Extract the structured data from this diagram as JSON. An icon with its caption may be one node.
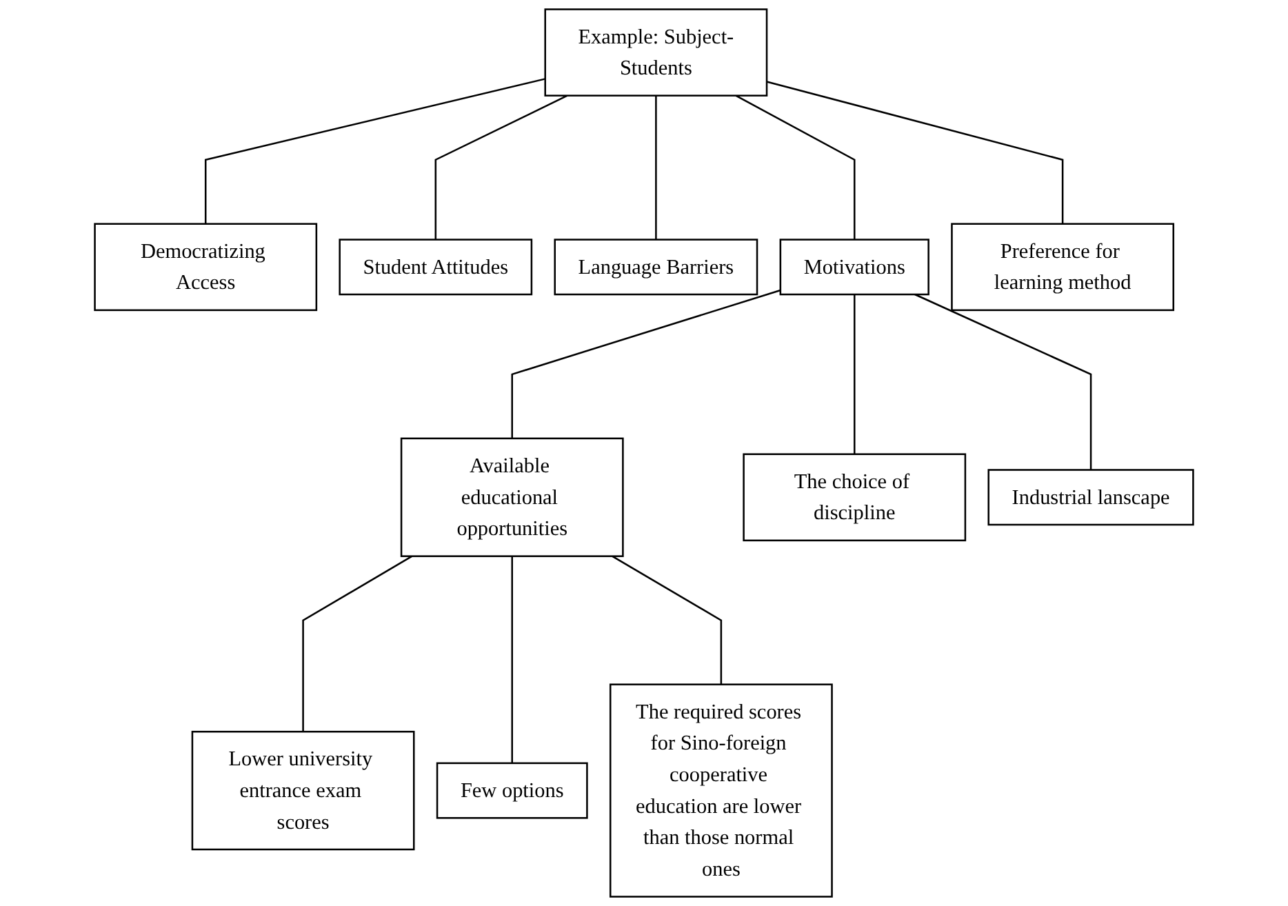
{
  "diagram": {
    "nodes": [
      {
        "text": [
          "Example: Subject-Students"
        ]
      },
      {
        "text": [
          "Democratizing Access"
        ]
      },
      {
        "text": [
          "Student Attitudes"
        ]
      },
      {
        "text": [
          "Language Barriers"
        ]
      },
      {
        "text": [
          "Motivations"
        ]
      },
      {
        "text": [
          "Preference for learning method"
        ]
      },
      {
        "text": [
          "Available educational opportunities"
        ]
      },
      {
        "text": [
          "The choice of discipline"
        ]
      },
      {
        "text": [
          "Industrial lanscape"
        ]
      },
      {
        "text": [
          "Lower university entrance exam scores"
        ]
      },
      {
        "text": [
          "Few options"
        ]
      },
      {
        "text": [
          "The required scores for Sino-foreign cooperative education are lower than those normal ones"
        ]
      }
    ],
    "edges": [
      {
        "from": 0,
        "to": 1,
        "arrow": "none"
      },
      {
        "from": 0,
        "to": 2,
        "arrow": "none"
      },
      {
        "from": 0,
        "to": 3,
        "arrow": "none"
      },
      {
        "from": 0,
        "to": 4,
        "arrow": "none"
      },
      {
        "from": 0,
        "to": 5,
        "arrow": "none"
      },
      {
        "from": 4,
        "to": 6,
        "arrow": "none"
      },
      {
        "from": 4,
        "to": 7,
        "arrow": "none"
      },
      {
        "from": 4,
        "to": 8,
        "arrow": "none"
      },
      {
        "from": 6,
        "to": 9,
        "arrow": "none"
      },
      {
        "from": 6,
        "to": 10,
        "arrow": "none"
      },
      {
        "from": 6,
        "to": 11,
        "arrow": "none"
      }
    ]
  }
}
